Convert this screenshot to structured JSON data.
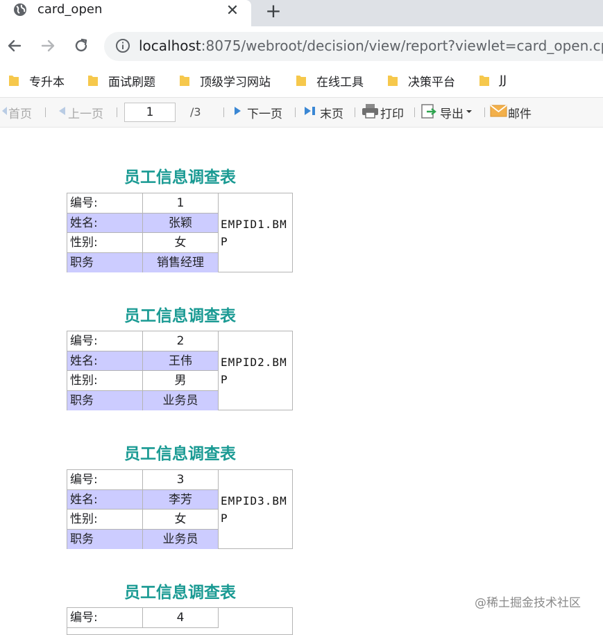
{
  "browser": {
    "tab_title": "card_open",
    "close_glyph": "✕",
    "new_tab_glyph": "+",
    "url_host": "localhost",
    "url_rest": ":8075/webroot/decision/view/report?viewlet=card_open.cpt",
    "icons": [
      "globe-icon",
      "close-icon",
      "plus-icon",
      "back-arrow-icon",
      "forward-arrow-icon",
      "reload-icon",
      "info-icon",
      "folder-icon"
    ]
  },
  "bookmarks": [
    "专升本",
    "面试刷题",
    "顶级学习网站",
    "在线工具",
    "决策平台",
    "JJ"
  ],
  "toolbar": {
    "first": "首页",
    "prev": "上一页",
    "page_value": "1",
    "page_total": "/3",
    "next": "下一页",
    "last": "末页",
    "print": "打印",
    "export": "导出",
    "mail": "邮件"
  },
  "cards": [
    {
      "title": "员工信息调查表",
      "label_id": "编号:",
      "id": "1",
      "label_name": "姓名:",
      "name": "张颖",
      "label_gender": "性别:",
      "gender": "女",
      "label_position": "职务",
      "position": "销售经理",
      "photo": "EMPID1.BMP"
    },
    {
      "title": "员工信息调查表",
      "label_id": "编号:",
      "id": "2",
      "label_name": "姓名:",
      "name": "王伟",
      "label_gender": "性别:",
      "gender": "男",
      "label_position": "职务",
      "position": "业务员",
      "photo": "EMPID2.BMP"
    },
    {
      "title": "员工信息调查表",
      "label_id": "编号:",
      "id": "3",
      "label_name": "姓名:",
      "name": "李芳",
      "label_gender": "性别:",
      "gender": "女",
      "label_position": "职务",
      "position": "业务员",
      "photo": "EMPID3.BMP"
    },
    {
      "title": "员工信息调查表",
      "label_id": "编号:",
      "id": "4"
    }
  ],
  "watermark": "@稀土掘金技术社区",
  "colors": {
    "title": "#1a9a93",
    "shade": "#ccccff",
    "toolbar_icon": "#3a87d4"
  }
}
